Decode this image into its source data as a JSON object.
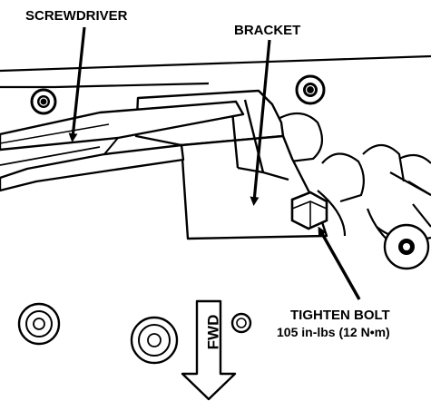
{
  "labels": {
    "screwdriver": "SCREWDRIVER",
    "bracket": "BRACKET",
    "tighten_bolt": "TIGHTEN BOLT",
    "torque_spec": "105 in-lbs (12 N•m)",
    "direction": "FWD"
  },
  "colors": {
    "ink": "#000000",
    "paper": "#ffffff"
  }
}
